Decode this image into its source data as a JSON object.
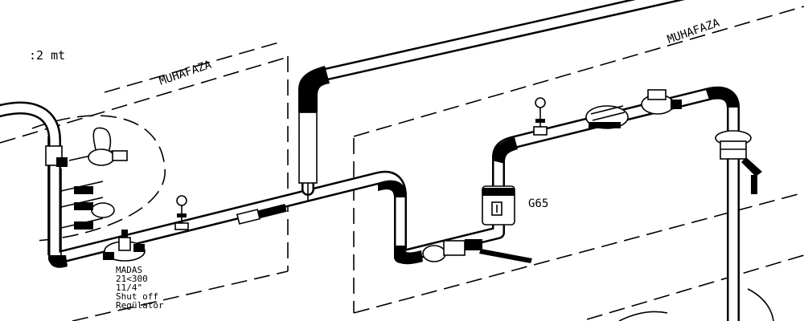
{
  "labels": {
    "distance": ":2 mt",
    "enclosure_left": "MUHAFAZA",
    "enclosure_right": "MUHAFAZA",
    "meter": "G65",
    "regulator": [
      "MADAS",
      "21<300",
      "11/4\"",
      "Shut off",
      "Regülatör"
    ]
  }
}
